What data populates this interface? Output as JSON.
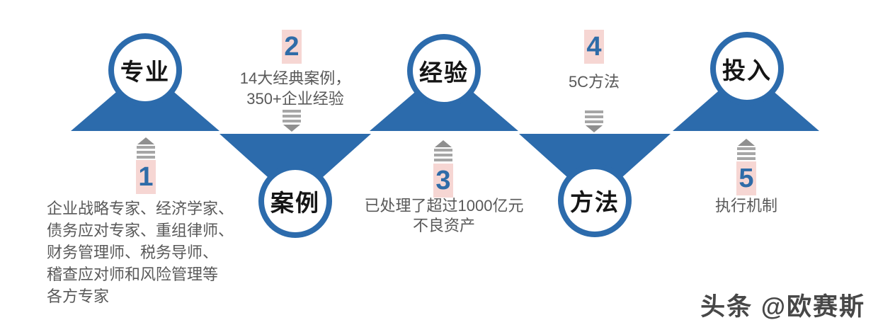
{
  "colors": {
    "primary_blue": "#2c6bac",
    "number_blue": "#2f6ca8",
    "badge_pink": "#f6d6d3",
    "text_gray": "#595959",
    "arrow_gray": "#a6a6a6",
    "label_black": "#151515"
  },
  "nodes": [
    {
      "number": "1",
      "label": "专业",
      "position": "top",
      "description": "企业战略专家、经济学家、\n债务应对专家、重组律师、\n财务管理师、税务导师、\n稽查应对师和风险管理等\n各方专家"
    },
    {
      "number": "2",
      "label": "案例",
      "position": "bottom",
      "description": "14大经典案例，\n350+企业经验"
    },
    {
      "number": "3",
      "label": "经验",
      "position": "top",
      "description": "已处理了超过1000亿元\n不良资产"
    },
    {
      "number": "4",
      "label": "方法",
      "position": "bottom",
      "description": "5C方法"
    },
    {
      "number": "5",
      "label": "投入",
      "position": "top",
      "description": "执行机制"
    }
  ],
  "watermark": {
    "text": "头条 @欧赛斯"
  }
}
